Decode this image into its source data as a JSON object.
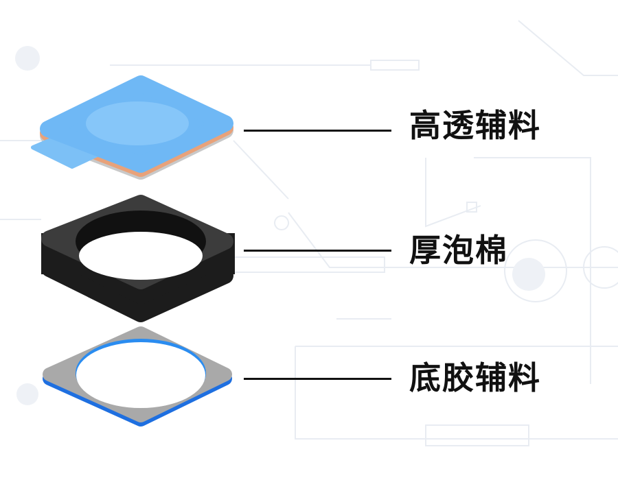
{
  "layers": [
    {
      "label": "高透辅料",
      "color": "#6fb8f5"
    },
    {
      "label": "厚泡棉",
      "color": "#2e2e2e"
    },
    {
      "label": "底胶辅料",
      "color": "#a9a9a9"
    }
  ]
}
